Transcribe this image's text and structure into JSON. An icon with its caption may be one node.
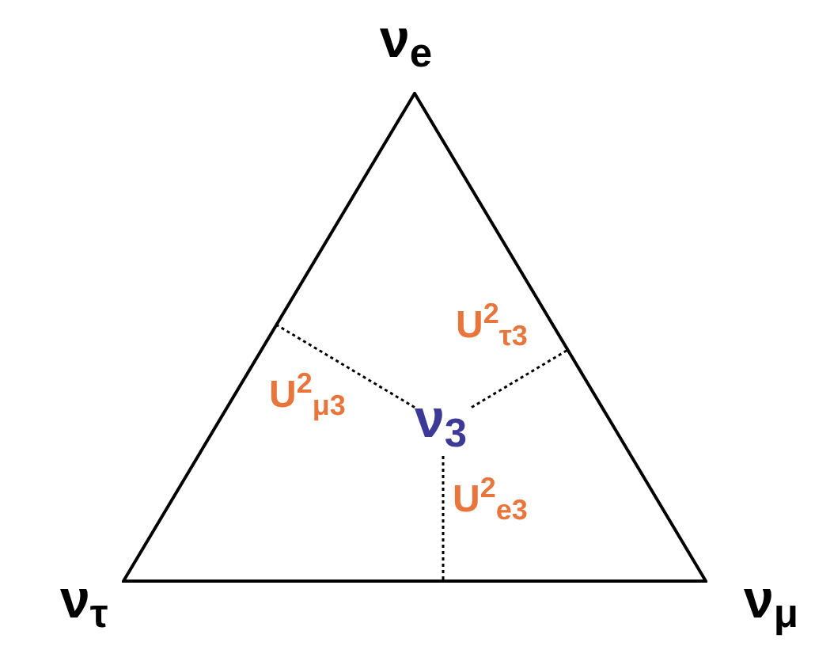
{
  "diagram": {
    "nodes": [
      {
        "text": [],
        "shape": "triangle"
      },
      {
        "text": [
          "ν$_{3}$"
        ],
        "in": 0
      }
    ],
    "edges": [
      {
        "from": 1,
        "to": 0,
        "arrow": "none",
        "style": "dashed",
        "label": "U$^{2}$$_{μ3}$"
      },
      {
        "from": 1,
        "to": 0,
        "arrow": "none",
        "style": "dashed",
        "label": "U$^{2}$$_{τ3}$"
      },
      {
        "from": 1,
        "to": 0,
        "arrow": "none",
        "style": "dashed",
        "label": "U$^{2}$$_{e3}$"
      }
    ],
    "labels": [
      "ν$_{e}$",
      "ν$_{τ}$",
      "ν$_{μ}$"
    ]
  }
}
